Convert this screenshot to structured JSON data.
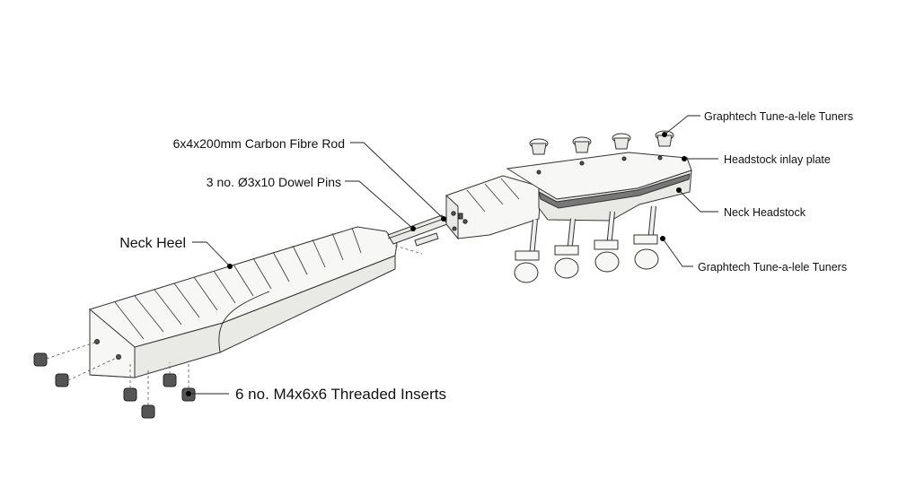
{
  "labels": {
    "carbon_rod": "6x4x200mm Carbon Fibre Rod",
    "dowel_pins": "3 no. Ø3x10 Dowel Pins",
    "neck_heel": "Neck Heel",
    "threaded_inserts": "6 no. M4x6x6 Threaded Inserts",
    "tuners_top": "Graphtech Tune-a-lele Tuners",
    "inlay_plate": "Headstock inlay plate",
    "neck_headstock": "Neck Headstock",
    "tuners_bottom": "Graphtech Tune-a-lele Tuners"
  }
}
